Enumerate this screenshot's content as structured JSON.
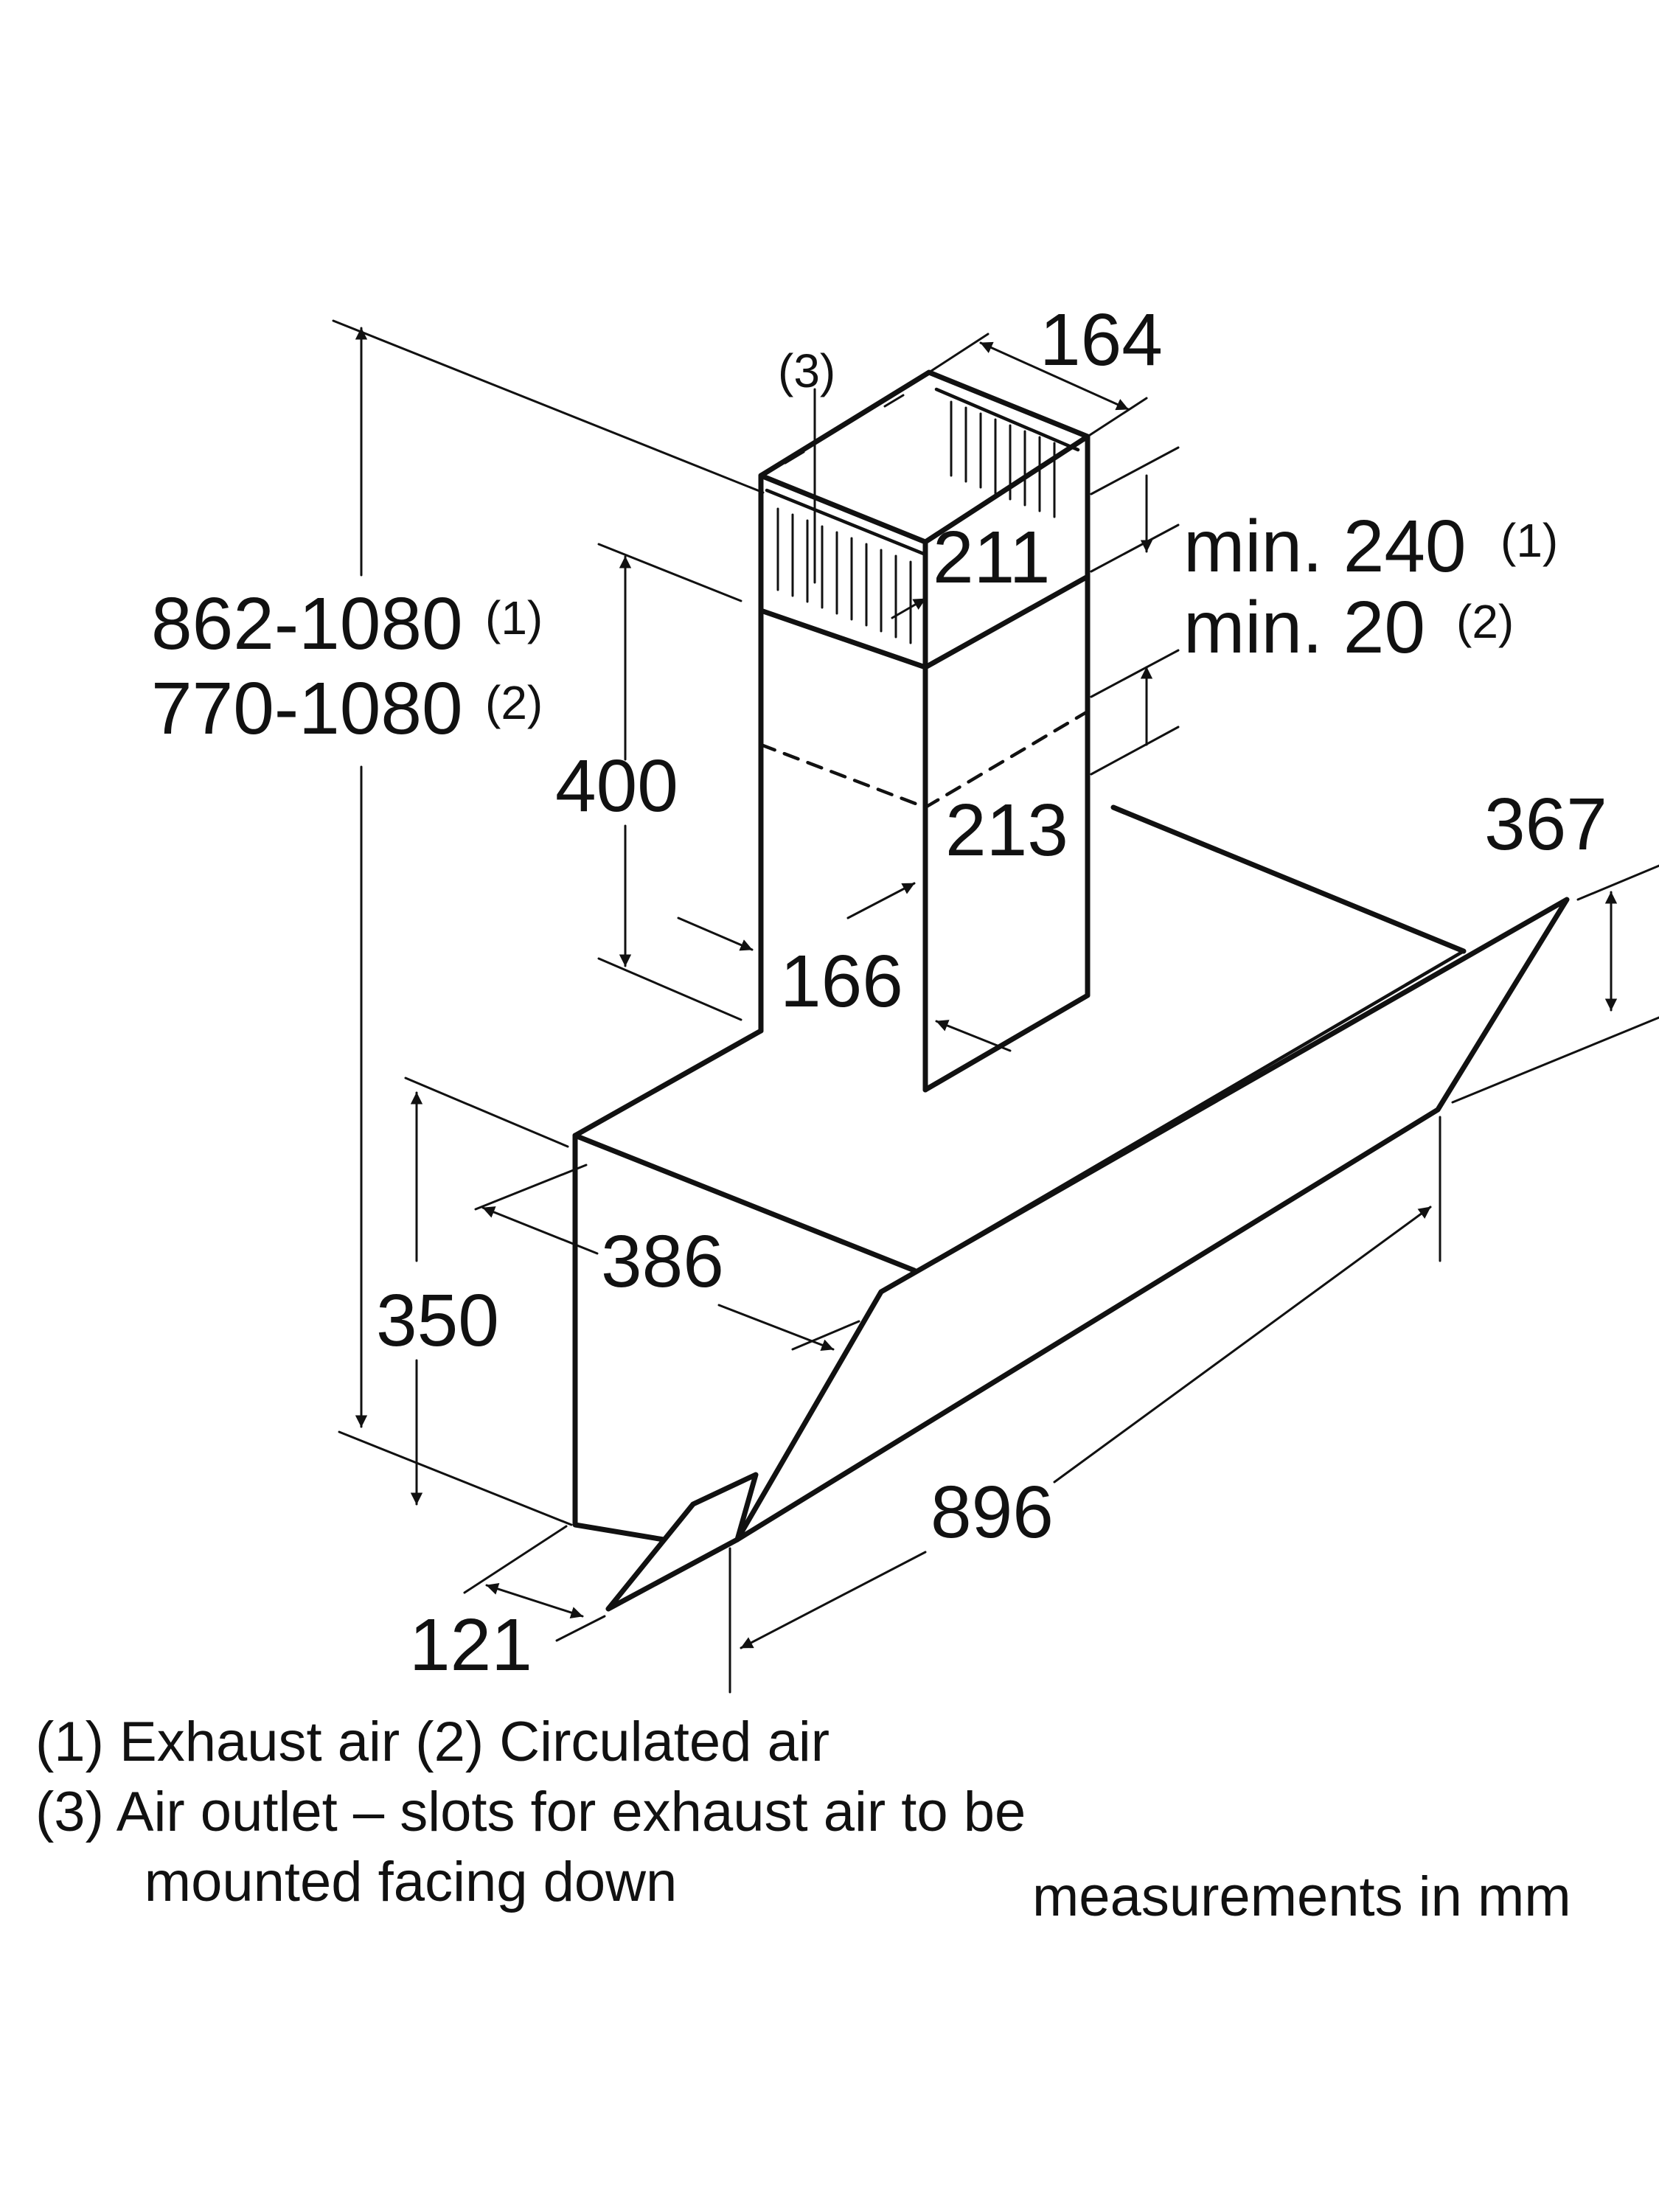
{
  "drawing": {
    "labels": {
      "outlet_note": "(3)",
      "chimney_depth": "164",
      "chimney_upper_width": "211",
      "min_240": "min. 240",
      "note_1": "(1)",
      "min_20": "min. 20",
      "note_2": "(2)",
      "height_exhaust": "862-1080",
      "height_circulated": "770-1080",
      "chimney_lower_height": "400",
      "chimney_lower_width": "213",
      "canopy_depth": "367",
      "chimney_lower_depth": "166",
      "body_depth": "386",
      "body_height": "350",
      "width": "896",
      "front_edge": "121"
    }
  },
  "legend": {
    "line1": "(1)  Exhaust air   (2)  Circulated air",
    "line2": "(3)  Air outlet – slots for exhaust air to be",
    "line3": "       mounted facing down",
    "units": "measurements in mm"
  }
}
